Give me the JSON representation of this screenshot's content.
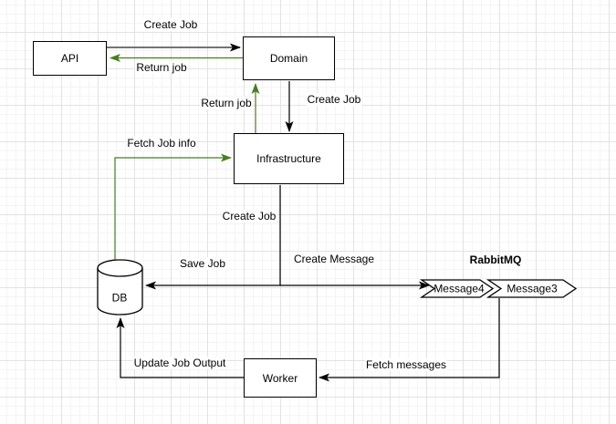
{
  "diagram": {
    "type": "flowchart",
    "nodes": {
      "api": {
        "label": "API",
        "shape": "rectangle"
      },
      "domain": {
        "label": "Domain",
        "shape": "rectangle"
      },
      "infrastructure": {
        "label": "Infrastructure",
        "shape": "rectangle"
      },
      "db": {
        "label": "DB",
        "shape": "cylinder"
      },
      "worker": {
        "label": "Worker",
        "shape": "rectangle"
      },
      "message4": {
        "label": "Message4",
        "shape": "step-chevron"
      },
      "message3": {
        "label": "Message3",
        "shape": "step-chevron"
      }
    },
    "edges": [
      {
        "from": "api",
        "to": "domain",
        "label": "Create Job",
        "color": "gray"
      },
      {
        "from": "domain",
        "to": "api",
        "label": "Return job",
        "color": "green"
      },
      {
        "from": "domain",
        "to": "infrastructure",
        "label": "Create Job",
        "color": "black"
      },
      {
        "from": "infrastructure",
        "to": "domain",
        "label": "Return job",
        "color": "green"
      },
      {
        "from": "db",
        "to": "infrastructure",
        "label": "Fetch Job info",
        "color": "green"
      },
      {
        "from": "infrastructure",
        "to": "db",
        "label": "Save Job",
        "color": "black"
      },
      {
        "from": "infrastructure",
        "to": "message4",
        "label": "Create Message",
        "color": "black"
      },
      {
        "from": "message3",
        "to": "worker",
        "label": "Fetch messages",
        "color": "black"
      },
      {
        "from": "worker",
        "to": "db",
        "label": "Update Job Output",
        "color": "black"
      }
    ],
    "annotations": {
      "rabbitmq": "RabbitMQ"
    },
    "colors": {
      "edge_green": "#467d23",
      "edge_gray": "#616161",
      "edge_black": "#000000"
    }
  }
}
